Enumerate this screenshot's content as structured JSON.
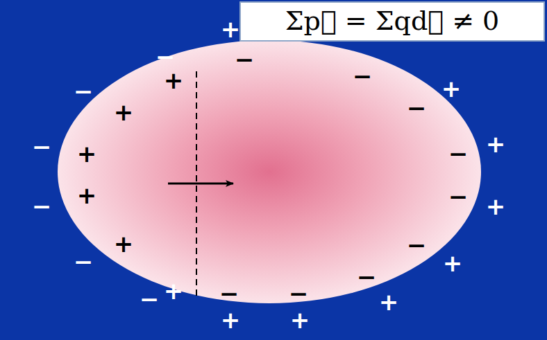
{
  "diagram": {
    "nodes": [
      {
        "text": [
          "Σp⃗ = Σqd⃗ ≠ 0"
        ]
      }
    ],
    "labels": [
      "+",
      "−",
      "−",
      "+",
      "−",
      "+",
      "−",
      "−",
      "+",
      "−",
      "+",
      "+",
      "−",
      "+",
      "−",
      "−",
      "+",
      "+",
      "−",
      "−",
      "+",
      "−",
      "+",
      "−",
      "−",
      "−",
      "+",
      "+",
      "+"
    ]
  }
}
